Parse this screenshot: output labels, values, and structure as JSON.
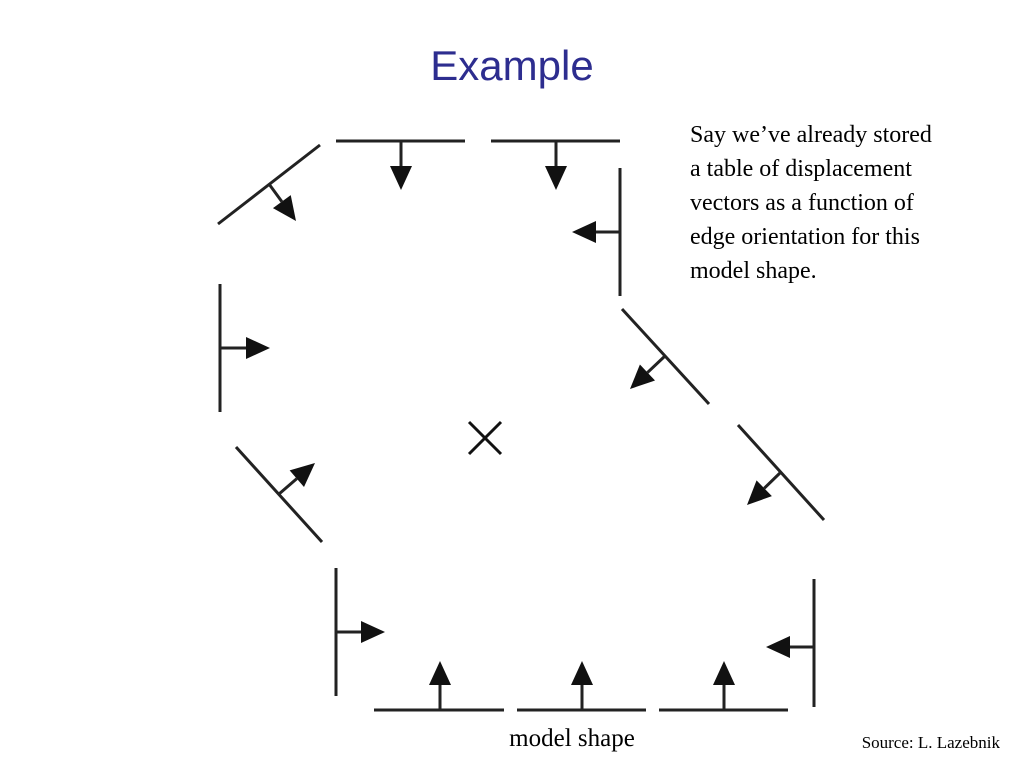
{
  "slide": {
    "title": "Example",
    "description_lines": [
      "Say we’ve already stored",
      "a table of displacement",
      "vectors as a function of",
      "edge orientation for this",
      "model shape."
    ],
    "caption": "model shape",
    "source": "Source: L. Lazebnik"
  },
  "colors": {
    "title": "#2d2d8f",
    "stroke": "#222222",
    "background": "#ffffff"
  },
  "icons": {
    "reference_point": "x-mark-icon",
    "edge_vector": "arrow-icon"
  }
}
